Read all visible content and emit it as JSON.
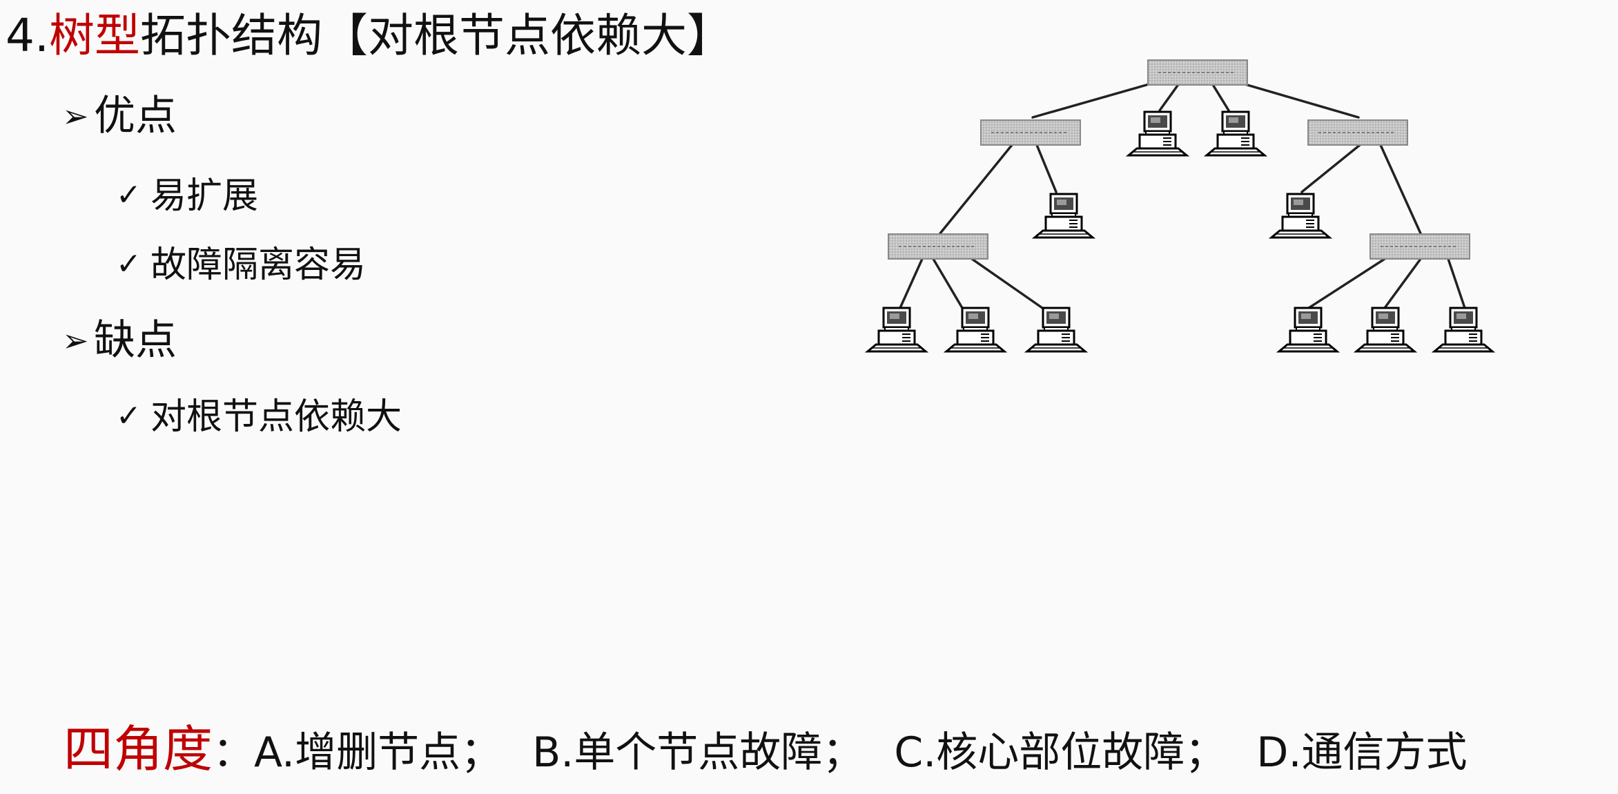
{
  "title": {
    "prefix": "4.",
    "highlight": "树型",
    "rest": "拓扑结构【对根节点依赖大】"
  },
  "sections": [
    {
      "mark": "➢",
      "label": "优点",
      "items": [
        {
          "mark": "✓",
          "label": "易扩展"
        },
        {
          "mark": "✓",
          "label": "故障隔离容易"
        }
      ]
    },
    {
      "mark": "➢",
      "label": "缺点",
      "items": [
        {
          "mark": "✓",
          "label": "对根节点依赖大"
        }
      ]
    }
  ],
  "footer": {
    "highlight": "四角度",
    "colon": "：",
    "a": "A.增删节点；",
    "b": "B.单个节点故障；",
    "c": "C.核心部位故障；",
    "d": "D.通信方式"
  },
  "colors": {
    "accent": "#c00000",
    "background": "#fafafa"
  }
}
